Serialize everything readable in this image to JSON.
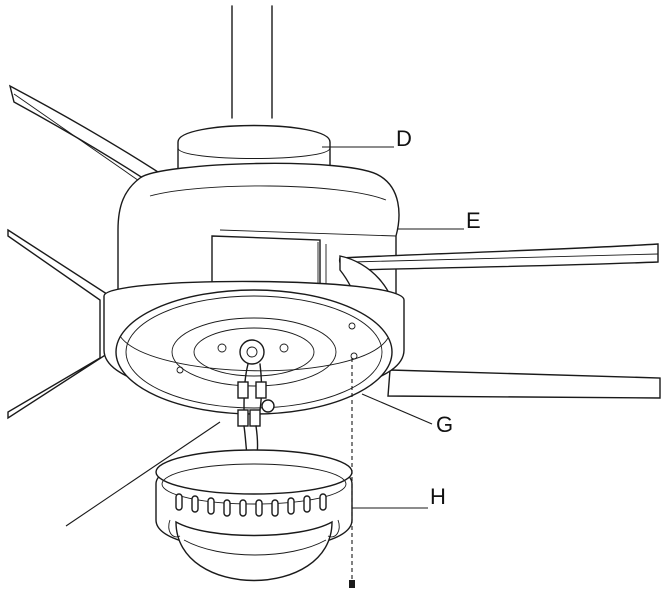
{
  "labels": {
    "d": "D",
    "e": "E",
    "g": "G",
    "h": "H"
  }
}
